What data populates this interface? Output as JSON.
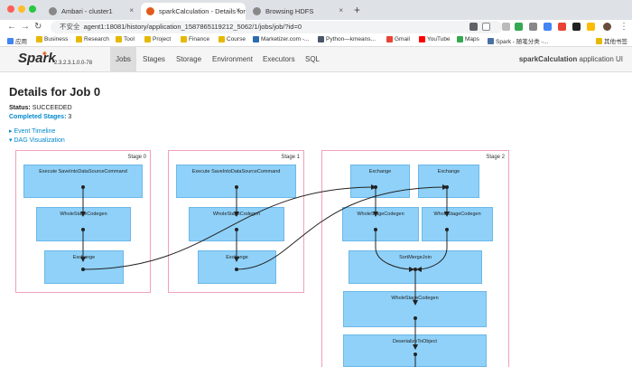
{
  "browser": {
    "tabs": [
      {
        "title": "Ambari - cluster1",
        "active": false
      },
      {
        "title": "sparkCalculation - Details for J",
        "active": true
      },
      {
        "title": "Browsing HDFS",
        "active": false
      }
    ],
    "close_glyph": "×",
    "new_tab_glyph": "+",
    "insecure_label": "不安全",
    "url": "agent1:18081/history/application_1587865119212_5062/1/jobs/job/?id=0",
    "nav_icons": [
      "back-arrow-icon",
      "forward-arrow-icon",
      "reload-icon"
    ]
  },
  "bookmarks": [
    "应用",
    "Business",
    "Research",
    "Tool",
    "Project",
    "Finance",
    "Course",
    "Marketizer.com -...",
    "Python—kmeans...",
    "Gmail",
    "YouTube",
    "Maps",
    "Spark - 随笔分类 -...",
    "其他书签"
  ],
  "spark": {
    "logo_text": "Spark",
    "version": "2.3.2.3.1.0.0-78",
    "nav_tabs": [
      "Jobs",
      "Stages",
      "Storage",
      "Environment",
      "Executors",
      "SQL"
    ],
    "active_tab": "Jobs",
    "app_name": "sparkCalculation",
    "app_suffix": " application UI"
  },
  "page": {
    "title": "Details for Job 0",
    "status_label": "Status:",
    "status_value": "SUCCEEDED",
    "completed_label": "Completed Stages:",
    "completed_value": "3",
    "event_timeline": "Event Timeline",
    "dag_visualization": "DAG Visualization"
  },
  "dag": {
    "stages": [
      {
        "label": "Stage 0",
        "ops": [
          "Execute SaveIntoDataSourceCommand",
          "WholeStageCodegen",
          "Exchange"
        ]
      },
      {
        "label": "Stage 1",
        "ops": [
          "Execute SaveIntoDataSourceCommand",
          "WholeStageCodegen",
          "Exchange"
        ]
      },
      {
        "label": "Stage 2",
        "ops": [
          "Exchange",
          "Exchange",
          "WholeStageCodegen",
          "WholeStageCodegen",
          "SortMergeJoin",
          "WholeStageCodegen",
          "DeserializeToObject"
        ]
      }
    ]
  },
  "colors": {
    "stage_border": "#f3a0b8",
    "op_fill": "#8fd1f9",
    "link": "#0088cc",
    "spark_orange": "#e25a1c"
  }
}
